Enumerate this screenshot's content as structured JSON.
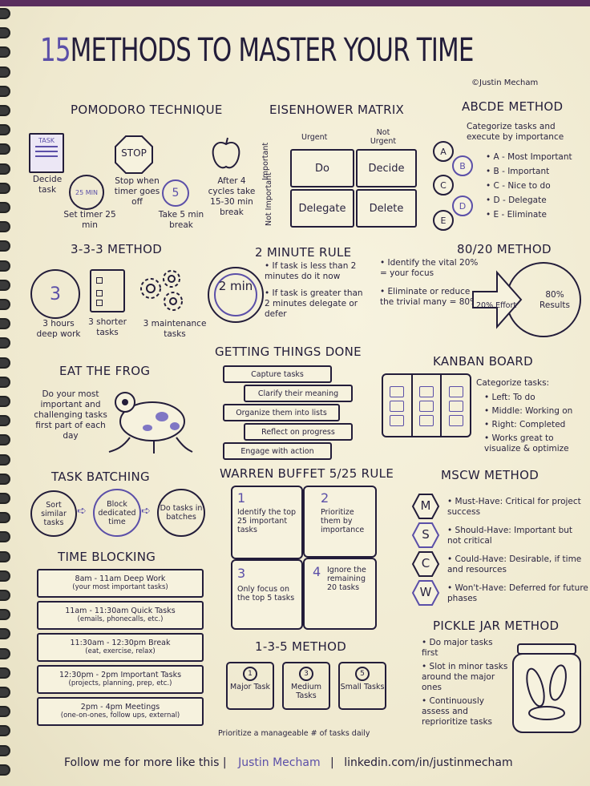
{
  "title_number": "15",
  "title_text": "METHODS TO MASTER YOUR TIME",
  "credit": "©Justin Mecham",
  "pomodoro": {
    "heading": "POMODORO TECHNIQUE",
    "task_icon_label": "TASK",
    "stop_label": "STOP",
    "timer_label": "25 MIN",
    "break_label": "5",
    "step1": "Decide task",
    "step2": "Set timer 25 min",
    "step3": "Stop when timer goes off",
    "step4": "Take 5 min break",
    "step5": "After 4 cycles take 15-30 min break"
  },
  "eisenhower": {
    "heading": "EISENHOWER MATRIX",
    "urgent": "Urgent",
    "not_urgent": "Not Urgent",
    "important": "Important",
    "not_important": "Not Important",
    "do": "Do",
    "decide": "Decide",
    "delegate": "Delegate",
    "delete": "Delete"
  },
  "abcde": {
    "heading": "ABCDE METHOD",
    "intro": "Categorize tasks and execute by importance",
    "letters": [
      "A",
      "B",
      "C",
      "D",
      "E"
    ],
    "items": [
      "• A - Most Important",
      "• B - Important",
      "• C - Nice to do",
      "• D - Delegate",
      "• E - Eliminate"
    ]
  },
  "m333": {
    "heading": "3-3-3 METHOD",
    "clock": "3",
    "c1": "3 hours deep work",
    "c2": "3 shorter tasks",
    "c3": "3 maintenance tasks"
  },
  "two_minute": {
    "heading": "2 MINUTE RULE",
    "icon": "2 min",
    "b1": "• If task is less than 2 minutes do it now",
    "b2": "• If task is greater than 2 minutes delegate or defer"
  },
  "eighty_twenty": {
    "heading": "80/20 METHOD",
    "b1": "• Identify the vital 20% = your focus",
    "b2": "• Eliminate or reduce the trivial many = 80%",
    "effort": "20% Effort",
    "results": "80% Results"
  },
  "frog": {
    "heading": "EAT THE FROG",
    "text": "Do your most important and challenging tasks first part of each day"
  },
  "gtd": {
    "heading": "GETTING THINGS DONE",
    "steps": [
      "Capture tasks",
      "Clarify their meaning",
      "Organize them into lists",
      "Reflect on progress",
      "Engage with action"
    ]
  },
  "kanban": {
    "heading": "KANBAN BOARD",
    "intro": "Categorize tasks:",
    "items": [
      "• Left: To do",
      "• Middle: Working on",
      "• Right: Completed",
      "• Works great to visualize & optimize"
    ]
  },
  "batching": {
    "heading": "TASK BATCHING",
    "c1": "Sort similar tasks",
    "c2": "Block dedicated time",
    "c3": "Do tasks in batches"
  },
  "buffett": {
    "heading": "WARREN BUFFET 5/25 RULE",
    "p1_num": "1",
    "p1": "Identify the top 25 important tasks",
    "p2_num": "2",
    "p2": "Prioritize them by importance",
    "p3_num": "3",
    "p3": "Only focus on the top 5 tasks",
    "p4_num": "4",
    "p4": "Ignore the remaining 20 tasks"
  },
  "moscow": {
    "heading": "MSCW METHOD",
    "letters": [
      "M",
      "S",
      "C",
      "W"
    ],
    "items": [
      "• Must-Have: Critical for project success",
      "• Should-Have: Important but not critical",
      "• Could-Have: Desirable, if time and resources",
      "• Won't-Have: Deferred for future phases"
    ]
  },
  "time_blocking": {
    "heading": "TIME BLOCKING",
    "blocks": [
      {
        "time": "8am - 11am Deep Work",
        "note": "(your most important tasks)"
      },
      {
        "time": "11am - 11:30am Quick Tasks",
        "note": "(emails, phonecalls, etc.)"
      },
      {
        "time": "11:30am - 12:30pm Break",
        "note": "(eat, exercise, relax)"
      },
      {
        "time": "12:30pm - 2pm Important Tasks",
        "note": "(projects, planning, prep, etc.)"
      },
      {
        "time": "2pm - 4pm Meetings",
        "note": "(one-on-ones, follow ups, external)"
      }
    ]
  },
  "m135": {
    "heading": "1-3-5 METHOD",
    "b1_num": "1",
    "b1": "Major Task",
    "b2_num": "3",
    "b2": "Medium Tasks",
    "b3_num": "5",
    "b3": "Small Tasks",
    "caption": "Prioritize a manageable # of tasks daily"
  },
  "pickle": {
    "heading": "PICKLE JAR METHOD",
    "items": [
      "• Do major tasks first",
      "• Slot in minor tasks around the major ones",
      "• Continuously assess and reprioritize tasks"
    ]
  },
  "footer": {
    "follow": "Follow me for more like this |",
    "name": "Justin Mecham",
    "sep": "|",
    "link": "linkedin.com/in/justinmecham"
  },
  "colors": {
    "ink": "#231d3a",
    "accent": "#5b4fa8",
    "paper": "#f3efd8"
  }
}
